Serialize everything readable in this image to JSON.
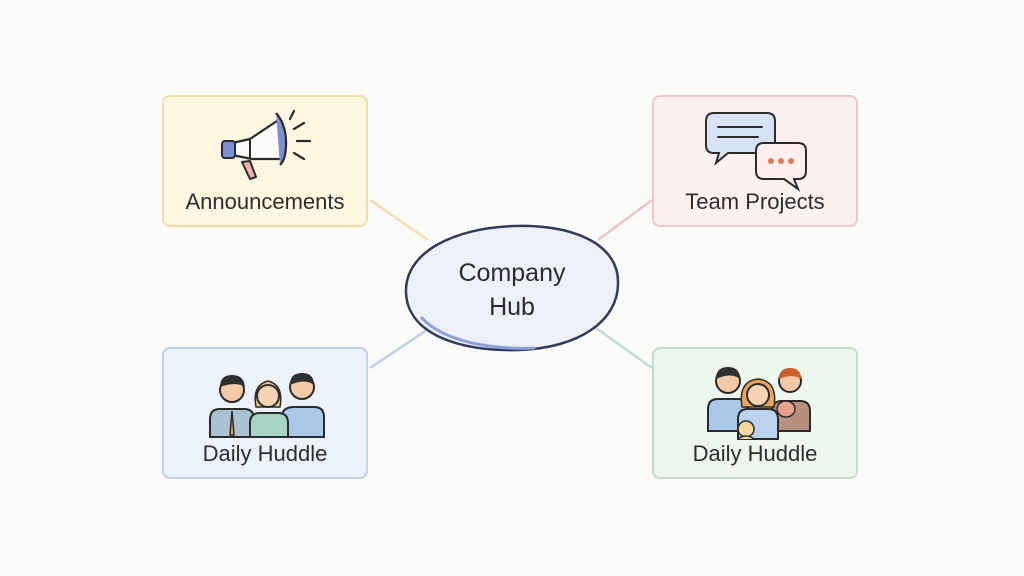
{
  "hub": {
    "line1": "Company",
    "line2": "Hub"
  },
  "nodes": [
    {
      "label": "Announcements",
      "icon": "megaphone-icon"
    },
    {
      "label": "Team Projects",
      "icon": "chat-bubbles-icon"
    },
    {
      "label": "Daily Huddle",
      "icon": "team-people-icon"
    },
    {
      "label": "Daily Huddle",
      "icon": "family-people-icon"
    }
  ],
  "colors": {
    "announcements": "#f2dca4",
    "team_projects": "#ecc6cb",
    "daily_huddle_left": "#bed2ea",
    "daily_huddle_right": "#c0dfca",
    "hub_border": "#2f3a5c"
  }
}
